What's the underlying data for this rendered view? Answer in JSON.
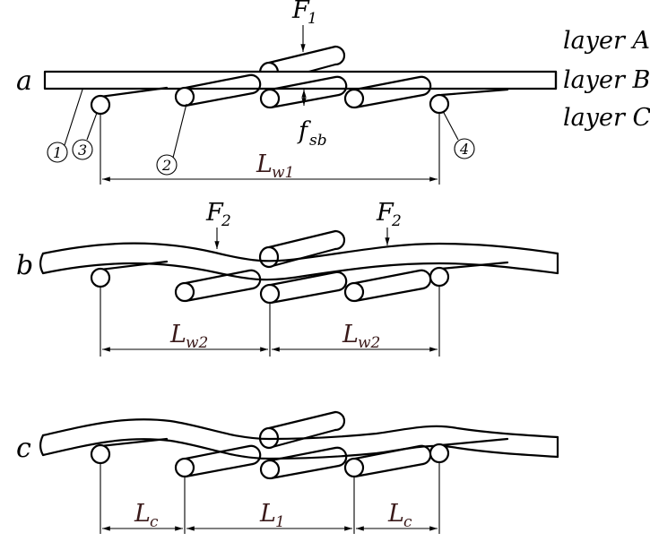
{
  "panel_labels": {
    "a": "a",
    "b": "b",
    "c": "c"
  },
  "layers": {
    "a": "layer A",
    "b": "layer B",
    "c": "layer C"
  },
  "forces": {
    "f1_base": "F",
    "f1_sub": "1",
    "f2_base": "F",
    "f2_sub": "2"
  },
  "deflection": {
    "base": "f",
    "sub": "sb"
  },
  "dimensions": {
    "lw1_base": "L",
    "lw1_sub": "w1",
    "lw2_base": "L",
    "lw2_sub": "w2",
    "lc_base": "L",
    "lc_sub": "c",
    "l1_base": "L",
    "l1_sub": "1"
  },
  "callouts": [
    "1",
    "2",
    "3",
    "4"
  ]
}
